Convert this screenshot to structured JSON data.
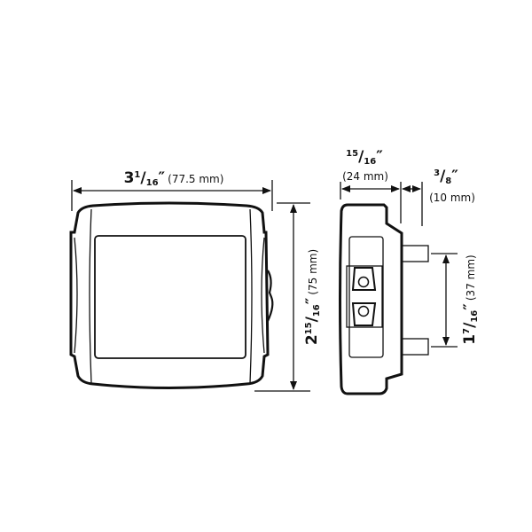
{
  "diagram": {
    "type": "dimension-drawing",
    "views": [
      "front",
      "side"
    ],
    "dimensions": {
      "width": {
        "whole": "3",
        "num": "1",
        "den": "16",
        "inch": "″",
        "metric": "(77.5 mm)"
      },
      "height": {
        "whole": "2",
        "num": "15",
        "den": "16",
        "inch": "″",
        "metric": "(75 mm)"
      },
      "depth": {
        "num": "15",
        "den": "16",
        "inch": "″",
        "metric": "(24 mm)"
      },
      "mount_depth": {
        "num": "3",
        "den": "8",
        "inch": "″",
        "metric": "(10 mm)"
      },
      "mount_spacing": {
        "whole": "1",
        "num": "7",
        "den": "16",
        "inch": "″",
        "metric": "(37 mm)"
      }
    },
    "colors": {
      "line": "#111111",
      "background": "#ffffff"
    }
  }
}
